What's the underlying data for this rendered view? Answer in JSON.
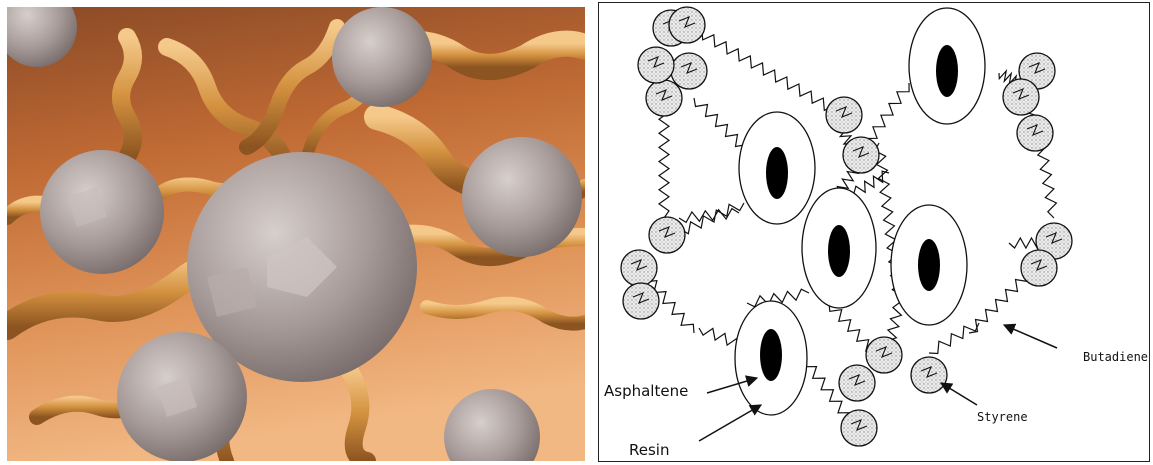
{
  "figure": {
    "left_image": {
      "description_name": "3d-rendering"
    },
    "right_diagram": {
      "labels": {
        "asphaltene": "Asphaltene",
        "resin": "Resin",
        "styrene": "Styrene",
        "butadiene": "Butadiene"
      }
    }
  },
  "colors": {
    "background_orange": "#c9733a",
    "polymer_gold": "#d99a4e",
    "cluster_grey": "#a79b99",
    "styrene_fill": "#d9d9d9",
    "asphaltene_core": "#000000"
  }
}
